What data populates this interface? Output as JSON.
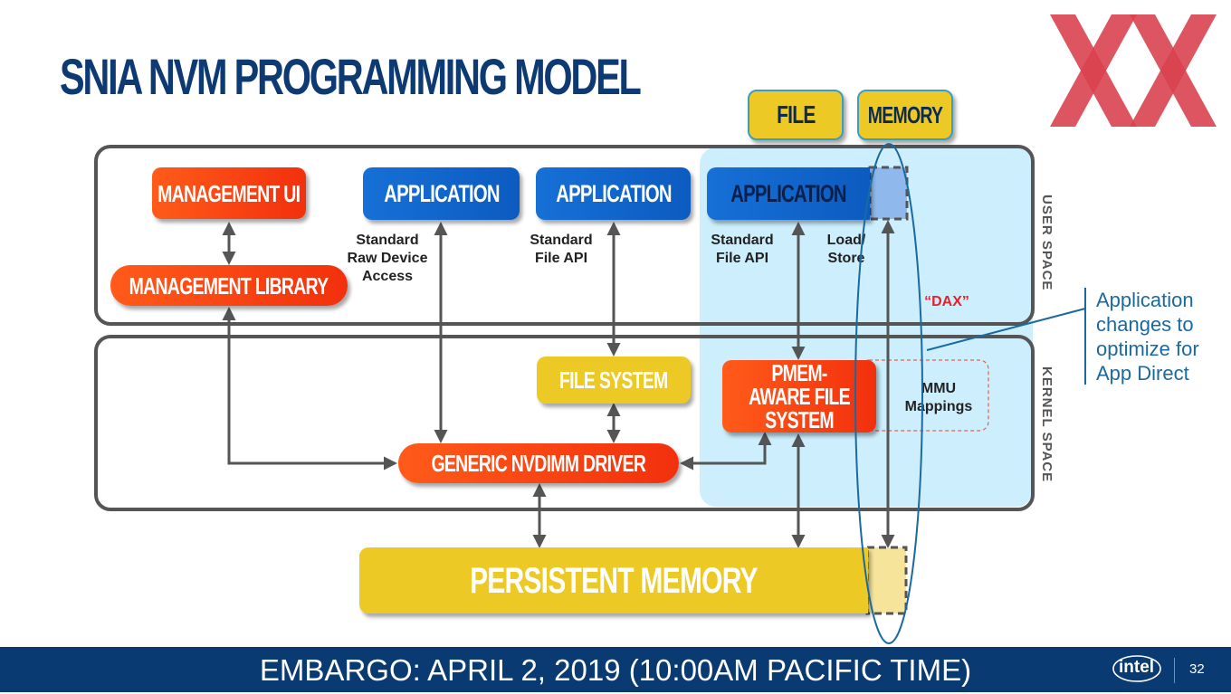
{
  "slide": {
    "title": "SNIA NVM PROGRAMMING MODEL",
    "top_boxes": {
      "file": "FILE",
      "memory": "MEMORY"
    },
    "blocks": {
      "management_ui": "MANAGEMENT UI",
      "management_library": "MANAGEMENT LIBRARY",
      "application_1": "APPLICATION",
      "application_2": "APPLICATION",
      "application_3": "APPLICATION",
      "file_system": "FILE SYSTEM",
      "pmem_aware_fs": "PMEM-AWARE FILE SYSTEM",
      "generic_nvdimm_driver": "GENERIC NVDIMM DRIVER",
      "persistent_memory": "PERSISTENT MEMORY"
    },
    "labels": {
      "standard_raw": "Standard Raw Device Access",
      "standard_file_api_1": "Standard File API",
      "standard_file_api_2": "Standard File API",
      "load_store": "Load/ Store",
      "dax": "“DAX”",
      "mmu_mappings": "MMU Mappings",
      "user_space": "USER SPACE",
      "kernel_space": "KERNEL SPACE"
    },
    "callout": "Application changes to optimize for App Direct",
    "footer": {
      "embargo": "EMBARGO: APRIL 2, 2019 (10:00AM PACIFIC TIME)",
      "logo": "intel",
      "page_number": "32"
    },
    "colors": {
      "title": "#0d3a73",
      "accent_red": "#f2300d",
      "accent_blue": "#0c5bc0",
      "accent_yellow": "#ecc925",
      "dax_highlight": "#cdeefc",
      "footer_bg": "#0a3a72"
    }
  }
}
